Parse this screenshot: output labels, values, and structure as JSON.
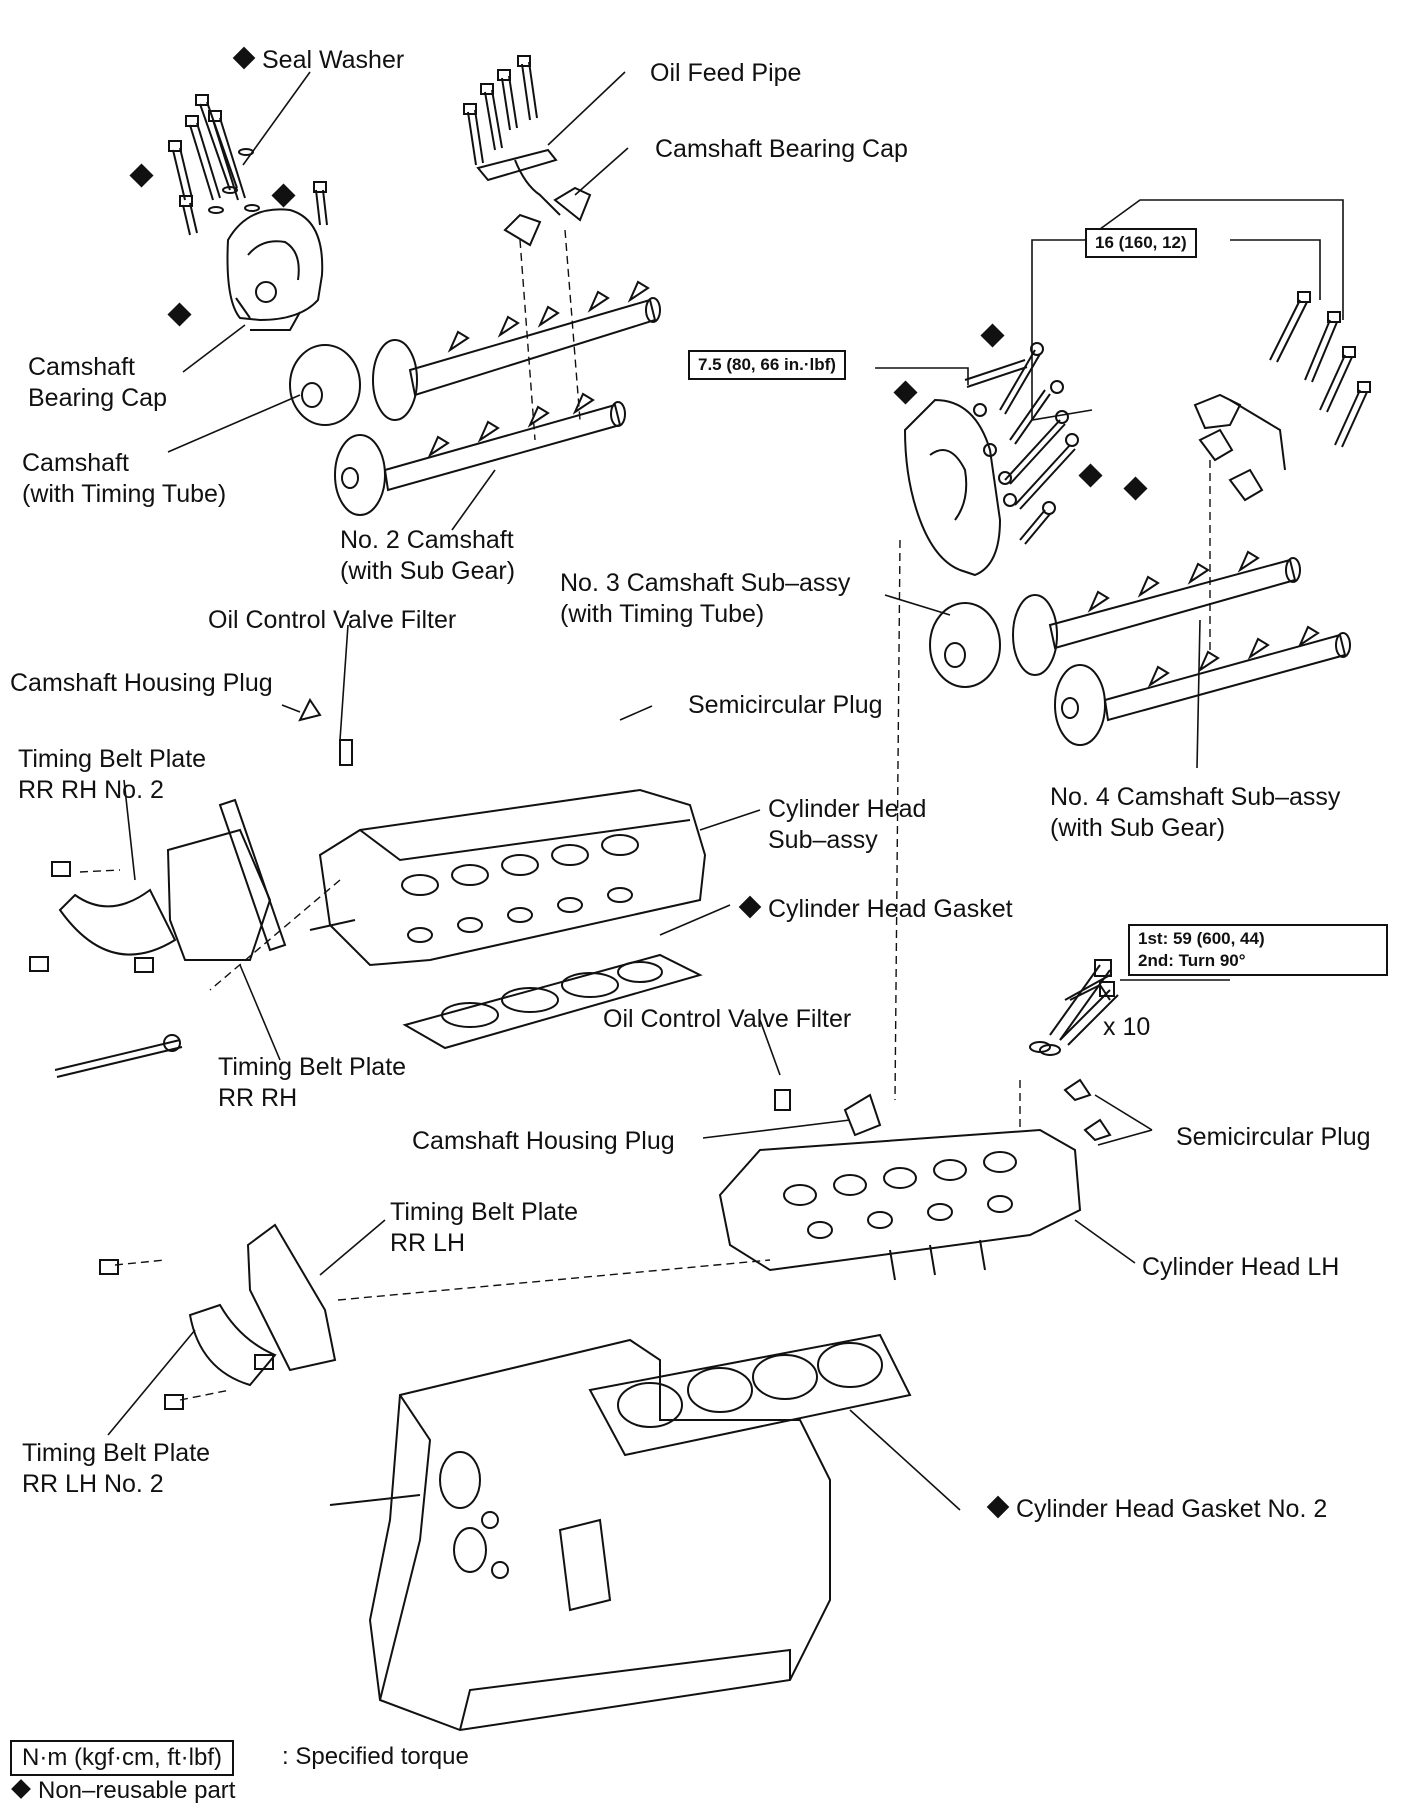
{
  "labels": {
    "seal_washer": "Seal Washer",
    "oil_feed_pipe": "Oil Feed Pipe",
    "camshaft_bearing_cap_top": "Camshaft Bearing Cap",
    "camshaft_bearing_cap_left_1": "Camshaft",
    "camshaft_bearing_cap_left_2": "Bearing Cap",
    "camshaft_1": "Camshaft",
    "camshaft_2": "(with Timing Tube)",
    "no2_camshaft_1": "No. 2 Camshaft",
    "no2_camshaft_2": "(with Sub Gear)",
    "no3_camshaft_1": "No. 3 Camshaft Sub–assy",
    "no3_camshaft_2": "(with Timing Tube)",
    "ocv_filter_top": "Oil Control Valve Filter",
    "housing_plug_top": "Camshaft Housing Plug",
    "semicircular_plug_top": "Semicircular Plug",
    "tbp_rr_rh_no2_1": "Timing  Belt  Plate",
    "tbp_rr_rh_no2_2": "RR RH No. 2",
    "cyl_head_subassy_1": "Cylinder  Head",
    "cyl_head_subassy_2": "Sub–assy",
    "no4_camshaft_1": "No. 4 Camshaft Sub–assy",
    "no4_camshaft_2": "(with Sub Gear)",
    "cyl_head_gasket": "Cylinder Head Gasket",
    "ocv_filter_mid": "Oil Control Valve Filter",
    "tbp_rr_rh_1": "Timing  Belt  Plate",
    "tbp_rr_rh_2": "RR RH",
    "times_ten": "x 10",
    "housing_plug_mid": "Camshaft Housing Plug",
    "semicircular_plug_mid": "Semicircular Plug",
    "tbp_rr_lh_1": "Timing Belt Plate",
    "tbp_rr_lh_2": "RR LH",
    "cyl_head_lh": "Cylinder Head LH",
    "tbp_rr_lh_no2_1": "Timing  Belt  Plate",
    "tbp_rr_lh_no2_2": "RR LH No. 2",
    "cyl_head_gasket_no2": "Cylinder Head Gasket No. 2"
  },
  "torque": {
    "t16": "16 (160, 12)",
    "t7_5": "7.5 (80, 66 in.·lbf)",
    "t59_line1": "1st: 59 (600, 44)",
    "t59_line2": "2nd: Turn 90°"
  },
  "legend": {
    "unit_box": "N·m (kgf·cm, ft·lbf)",
    "unit_desc": ": Specified torque",
    "nonreusable": "Non–reusable part"
  }
}
